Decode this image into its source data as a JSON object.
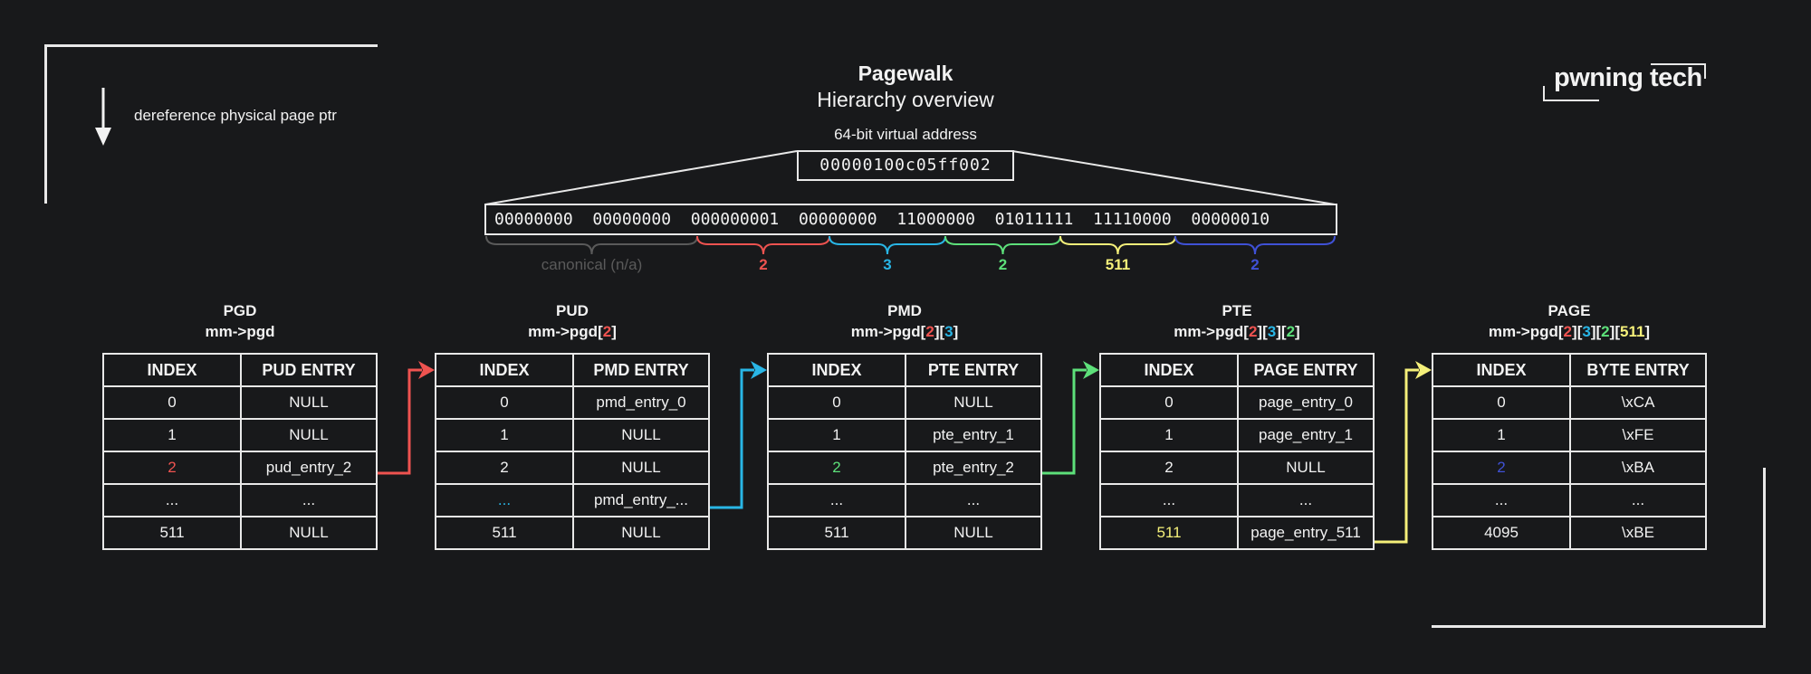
{
  "header": {
    "title": "Pagewalk",
    "subtitle": "Hierarchy overview",
    "address_label": "64-bit virtual address",
    "virtual_address_hex": "00000100c05ff002",
    "virtual_address_binary": "00000000  00000000  000000001  00000000  11000000  01011111  11110000  00000010"
  },
  "legend": {
    "arrow_icon": "down-arrow-icon",
    "text": "dereference physical page ptr"
  },
  "logo": {
    "text": "pwning tech"
  },
  "colors": {
    "canonical": "#5a5a5a",
    "pgd": "#ef5350",
    "pud": "#29b6e6",
    "pmd": "#5de07a",
    "pte": "#f5f07a",
    "page": "#3f51d6",
    "line": "#e8e8e8",
    "background": "#18191b"
  },
  "bit_fields": [
    {
      "name": "canonical",
      "label": "canonical (n/a)"
    },
    {
      "name": "pgd",
      "label": "2"
    },
    {
      "name": "pud",
      "label": "3"
    },
    {
      "name": "pmd",
      "label": "2"
    },
    {
      "name": "pte",
      "label": "511"
    },
    {
      "name": "offset",
      "label": "2"
    }
  ],
  "tables": [
    {
      "name": "PGD",
      "path_prefix": "mm->pgd",
      "path_indices": [],
      "columns": [
        "INDEX",
        "PUD ENTRY"
      ],
      "rows": [
        [
          "0",
          "NULL"
        ],
        [
          "1",
          "NULL"
        ],
        [
          "2",
          "pud_entry_2"
        ],
        [
          "...",
          "..."
        ],
        [
          "511",
          "NULL"
        ]
      ],
      "highlight_row": 2
    },
    {
      "name": "PUD",
      "path_prefix": "mm->pgd",
      "path_indices": [
        "2"
      ],
      "columns": [
        "INDEX",
        "PMD ENTRY"
      ],
      "rows": [
        [
          "0",
          "pmd_entry_0"
        ],
        [
          "1",
          "NULL"
        ],
        [
          "2",
          "NULL"
        ],
        [
          "...",
          "pmd_entry_..."
        ],
        [
          "511",
          "NULL"
        ]
      ],
      "highlight_row": 3
    },
    {
      "name": "PMD",
      "path_prefix": "mm->pgd",
      "path_indices": [
        "2",
        "3"
      ],
      "columns": [
        "INDEX",
        "PTE ENTRY"
      ],
      "rows": [
        [
          "0",
          "NULL"
        ],
        [
          "1",
          "pte_entry_1"
        ],
        [
          "2",
          "pte_entry_2"
        ],
        [
          "...",
          "..."
        ],
        [
          "511",
          "NULL"
        ]
      ],
      "highlight_row": 2
    },
    {
      "name": "PTE",
      "path_prefix": "mm->pgd",
      "path_indices": [
        "2",
        "3",
        "2"
      ],
      "columns": [
        "INDEX",
        "PAGE ENTRY"
      ],
      "rows": [
        [
          "0",
          "page_entry_0"
        ],
        [
          "1",
          "page_entry_1"
        ],
        [
          "2",
          "NULL"
        ],
        [
          "...",
          "..."
        ],
        [
          "511",
          "page_entry_511"
        ]
      ],
      "highlight_row": 4
    },
    {
      "name": "PAGE",
      "path_prefix": "mm->pgd",
      "path_indices": [
        "2",
        "3",
        "2",
        "511"
      ],
      "columns": [
        "INDEX",
        "BYTE ENTRY"
      ],
      "rows": [
        [
          "0",
          "\\xCA"
        ],
        [
          "1",
          "\\xFE"
        ],
        [
          "2",
          "\\xBA"
        ],
        [
          "...",
          "..."
        ],
        [
          "4095",
          "\\xBE"
        ]
      ],
      "highlight_row": 2
    }
  ]
}
